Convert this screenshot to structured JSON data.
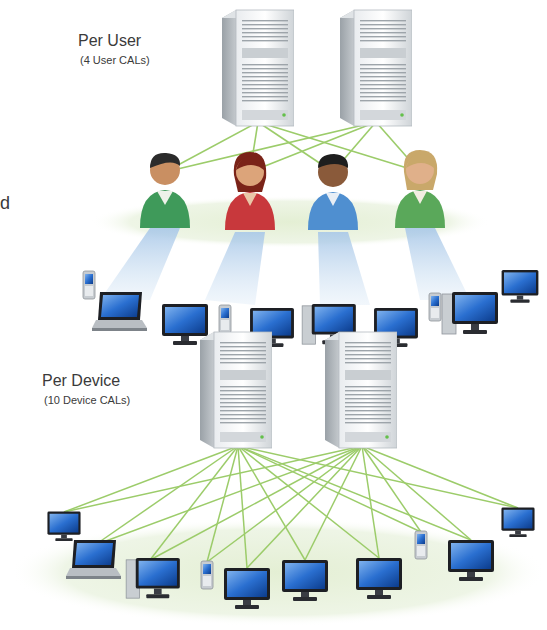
{
  "diagram": {
    "labels": [
      "Per User",
      "(4 User CALs)",
      "d",
      "Per Device",
      "(10 Device CALs)"
    ]
  }
}
